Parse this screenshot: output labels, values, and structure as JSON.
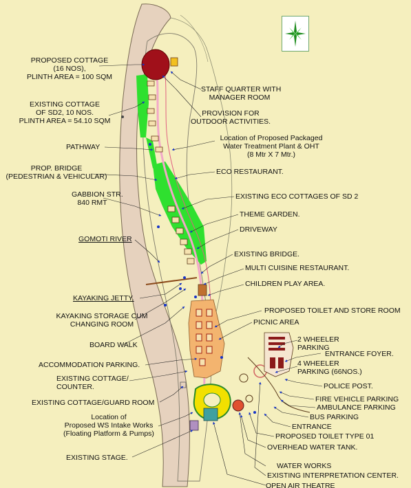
{
  "map": {
    "compass_icon": "north-arrow-icon",
    "colors": {
      "background": "#F5EFBE",
      "riverbank": "#E6D2BE",
      "green_zone": "#2FE02F",
      "cottage_cluster": "#F3B46F",
      "dining_block": "#8B1A1A",
      "stage_yellow": "#F2E000",
      "arrow_blue": "#1533C8",
      "pink_path": "#F2A8C8"
    },
    "labels": {
      "proposed_cottage": [
        "PROPOSED COTTAGE",
        "(16 NOS),",
        "PLINTH AREA = 100 SQM"
      ],
      "existing_cottage_sd2": [
        "EXISTING COTTAGE",
        "OF SD2, 10 NOS.",
        "PLINTH AREA = 54.10 SQM"
      ],
      "pathway": "PATHWAY",
      "prop_bridge": [
        "PROP. BRIDGE",
        "(PEDESTRIAN & VEHICULAR)"
      ],
      "gabbion": [
        "GABBION STR.",
        "840 RMT"
      ],
      "gomoti_river": "GOMOTI  RIVER",
      "kayaking_jetty": "KAYAKING JETTY.",
      "kayaking_storage": [
        "KAYAKING STORAGE CUM",
        "CHANGING ROOM"
      ],
      "board_walk": "BOARD WALK",
      "accommodation_parking": "ACCOMMODATION PARKING.",
      "existing_cottage_counter": [
        "EXISTING COTTAGE/",
        "COUNTER."
      ],
      "existing_cottage_guard": "EXISTING COTTAGE/GUARD ROOM",
      "ws_intake": [
        "Location of",
        "Proposed WS Intake Works",
        "(Floating Platform & Pumps)"
      ],
      "existing_stage": "EXISTING STAGE.",
      "staff_quarter": [
        "STAFF QUARTER WITH",
        "MANAGER ROOM"
      ],
      "outdoor": [
        "PROVISION FOR",
        "OUTDOOR ACTIVITIES."
      ],
      "water_treatment": [
        "Location of Proposed Packaged",
        "Water Treatment Plant & OHT",
        "(8 Mtr X 7 Mtr.)"
      ],
      "eco_restaurant": "ECO RESTAURANT.",
      "eco_cottages": "EXISTING ECO COTTAGES OF SD 2",
      "theme_garden": "THEME GARDEN.",
      "driveway": "DRIVEWAY",
      "existing_bridge": "EXISTING BRIDGE.",
      "multi_cuisine": "MULTI CUISINE RESTAURANT.",
      "children_play": "CHILDREN PLAY AREA.",
      "toilet_store": "PROPOSED TOILET AND STORE ROOM",
      "picnic": "PICNIC   AREA",
      "two_wheeler": [
        "2 WHEELER",
        "PARKING"
      ],
      "entrance_foyer": "ENTRANCE FOYER.",
      "four_wheeler": [
        "4 WHEELER",
        "PARKING (66NOS.)"
      ],
      "police_post": "POLICE POST.",
      "fire_vehicle": "FIRE VEHICLE PARKING",
      "ambulance": "AMBULANCE PARKING",
      "bus_parking": "BUS PARKING",
      "entrance": "ENTRANCE",
      "toilet_type": "PROPOSED TOILET TYPE 01",
      "overhead_tank": "OVERHEAD WATER TANK.",
      "water_works": "WATER WORKS",
      "interpretation": "EXISTING INTERPRETATION CENTER.",
      "open_air_theatre": "OPEN AIR THEATRE"
    }
  }
}
